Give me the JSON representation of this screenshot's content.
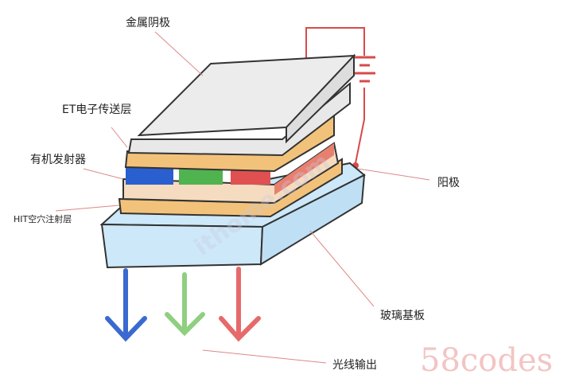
{
  "labels": {
    "cathode": "金属阴极",
    "et_layer": "ET电子传送层",
    "emitter": "有机发射器",
    "hit_layer": "HIT空穴注射层",
    "anode": "阳极",
    "glass": "玻璃基板",
    "light_output": "光线输出"
  },
  "watermarks": {
    "site": "ithome.com",
    "brand": "58codes"
  },
  "colors": {
    "red": "#e05050",
    "blue": "#2a5fd0",
    "green": "#4fb34f",
    "orange": "#f0b050",
    "glass": "#cde8f8"
  }
}
